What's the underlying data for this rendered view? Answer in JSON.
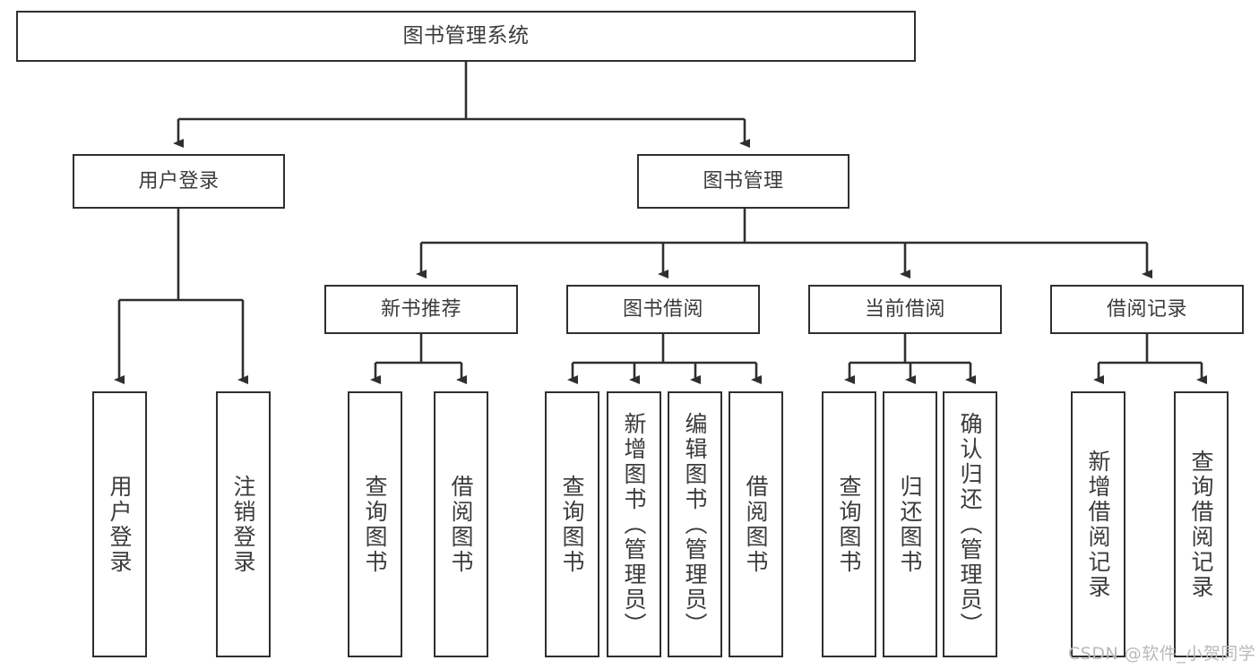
{
  "diagram": {
    "title": "图书管理系统",
    "type": "hierarchy-tree",
    "stroke_color": "#2f2f2f",
    "text_color": "#3b3b3b",
    "background_color": "#ffffff",
    "levels": {
      "root": {
        "label": "图书管理系统"
      },
      "level2": [
        {
          "label": "用户登录"
        },
        {
          "label": "图书管理"
        }
      ],
      "level3": [
        {
          "label": "新书推荐"
        },
        {
          "label": "图书借阅"
        },
        {
          "label": "当前借阅"
        },
        {
          "label": "借阅记录"
        }
      ],
      "leaves": {
        "user_login": [
          {
            "label": "用户登录"
          },
          {
            "label": "注销登录"
          }
        ],
        "new_book_recommend": [
          {
            "label": "查询图书"
          },
          {
            "label": "借阅图书"
          }
        ],
        "book_borrow": [
          {
            "label": "查询图书"
          },
          {
            "label": "新增图书（管理员）"
          },
          {
            "label": "编辑图书（管理员）"
          },
          {
            "label": "借阅图书"
          }
        ],
        "current_borrow": [
          {
            "label": "查询图书"
          },
          {
            "label": "归还图书"
          },
          {
            "label": "确认归还（管理员）"
          }
        ],
        "borrow_record": [
          {
            "label": "新增借阅记录"
          },
          {
            "label": "查询借阅记录"
          }
        ]
      }
    }
  },
  "watermark": {
    "text": "CSDN @软件_小贺同学"
  }
}
